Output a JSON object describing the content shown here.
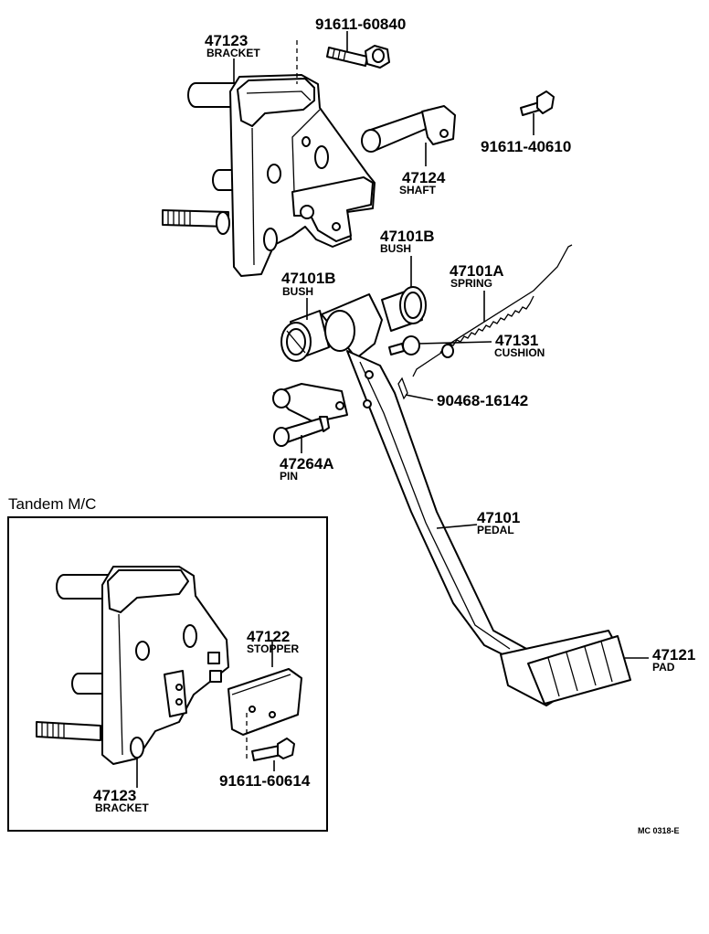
{
  "diagram_code": "MC 0318-E",
  "inset": {
    "title": "Tandem M/C"
  },
  "callouts": {
    "bracket_main": {
      "number": "47123",
      "name": "BRACKET"
    },
    "bolt_top": {
      "number": "91611-60840",
      "name": ""
    },
    "bolt_right": {
      "number": "91611-40610",
      "name": ""
    },
    "shaft": {
      "number": "47124",
      "name": "SHAFT"
    },
    "bush_right": {
      "number": "47101B",
      "name": "BUSH"
    },
    "bush_left": {
      "number": "47101B",
      "name": "BUSH"
    },
    "spring": {
      "number": "47101A",
      "name": "SPRING"
    },
    "cushion": {
      "number": "47131",
      "name": "CUSHION"
    },
    "clip": {
      "number": "90468-16142",
      "name": ""
    },
    "pin": {
      "number": "47264A",
      "name": "PIN"
    },
    "pedal": {
      "number": "47101",
      "name": "PEDAL"
    },
    "pad": {
      "number": "47121",
      "name": "PAD"
    },
    "stopper": {
      "number": "47122",
      "name": "STOPPER"
    },
    "bracket_inset": {
      "number": "47123",
      "name": "BRACKET"
    },
    "bolt_inset": {
      "number": "91611-60614",
      "name": ""
    }
  }
}
